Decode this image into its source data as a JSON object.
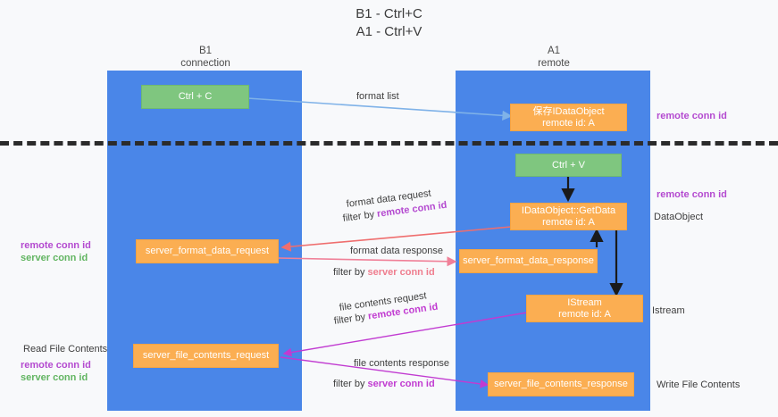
{
  "title": {
    "line1": "B1 - Ctrl+C",
    "line2": "A1 - Ctrl+V"
  },
  "columns": [
    {
      "name": "B1",
      "role": "connection"
    },
    {
      "name": "A1",
      "role": "remote"
    }
  ],
  "nodes": [
    {
      "id": "ctrl-c",
      "kind": "green",
      "line1": "Ctrl + C",
      "line2": ""
    },
    {
      "id": "save-idataobject",
      "kind": "orange",
      "line1": "保存IDataObject",
      "line2": "remote id: A"
    },
    {
      "id": "ctrl-v",
      "kind": "green",
      "line1": "Ctrl + V",
      "line2": ""
    },
    {
      "id": "idataobject-getdata",
      "kind": "orange",
      "line1": "IDataObject::GetData",
      "line2": "remote id: A"
    },
    {
      "id": "server-format-data-request",
      "kind": "orange",
      "line1": "server_format_data_request",
      "line2": ""
    },
    {
      "id": "server-format-data-response",
      "kind": "orange",
      "line1": "server_format_data_response",
      "line2": ""
    },
    {
      "id": "istream",
      "kind": "orange",
      "line1": "IStream",
      "line2": "remote id: A"
    },
    {
      "id": "server-file-contents-request",
      "kind": "orange",
      "line1": "server_file_contents_request",
      "line2": ""
    },
    {
      "id": "server-file-contents-response",
      "kind": "orange",
      "line1": "server_file_contents_response",
      "line2": ""
    }
  ],
  "edge_labels": {
    "format_list": "format list",
    "format_data_request": "format data request",
    "format_data_response": "format data response",
    "file_contents_request": "file contents request",
    "file_contents_response": "file contents response",
    "filter_by": "filter by ",
    "remote_conn_id": "remote conn id",
    "server_conn_id": "server conn id"
  },
  "side_labels": {
    "right_remote_conn_id_top": "remote conn id",
    "right_remote_conn_id_mid": "remote conn id",
    "right_dataobject": "DataObject",
    "right_istream": "Istream",
    "right_write_file_contents": "Write File Contents",
    "left_remote_conn_id_a": "remote conn id",
    "left_server_conn_id_a": "server conn id",
    "left_read_file_contents": "Read File Contents",
    "left_remote_conn_id_b": "remote conn id",
    "left_server_conn_id_b": "server conn id"
  },
  "colors": {
    "lane": "#4a86e8",
    "green_node": "#7fc67f",
    "orange_node": "#fbae52",
    "purple": "#b44ad0",
    "green_text": "#62b562",
    "pink": "#ef7d8e",
    "magenta": "#c13bd1",
    "divider": "#2b2b2b",
    "background": "#f8f9fb"
  }
}
